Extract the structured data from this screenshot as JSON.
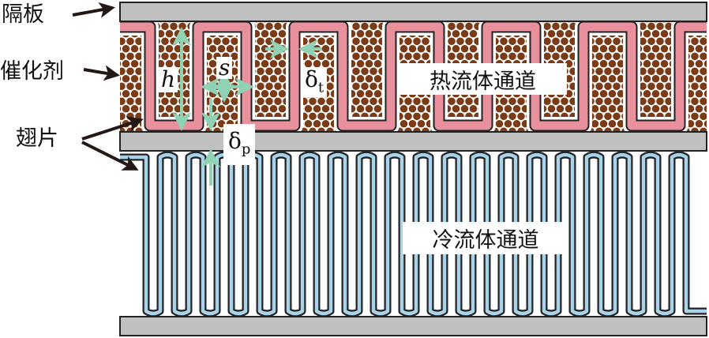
{
  "labels": {
    "plate": "隔板",
    "catalyst": "催化剂",
    "fin": "翅片"
  },
  "channels": {
    "hot": "热流体通道",
    "cold": "冷流体通道"
  },
  "symbols": {
    "h": "h",
    "s": "s",
    "delta": "δ",
    "t_sub": "t",
    "p_sub": "p"
  },
  "colors": {
    "plate": "#c0c0c0",
    "hot_fin": "#e8909c",
    "cold_fin": "#a9d3e8",
    "catalyst": "#7b3b17",
    "dimension_arrow": "#8fd2b4",
    "pointer_arrow": "#231815"
  }
}
